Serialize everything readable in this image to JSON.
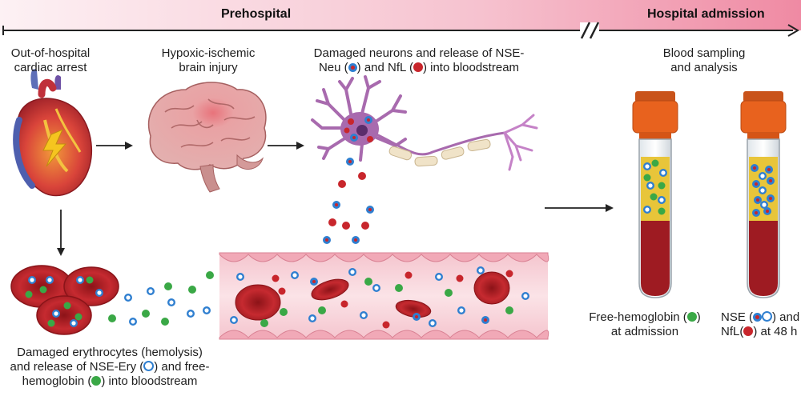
{
  "phases": {
    "prehospital": "Prehospital",
    "hospital": "Hospital admission"
  },
  "steps": {
    "arrest": {
      "line1": "Out-of-hospital",
      "line2": "cardiac arrest"
    },
    "brain": {
      "line1": "Hypoxic-ischemic",
      "line2": "brain injury"
    },
    "neurons": {
      "line1": "Damaged neurons and release of NSE-",
      "line2_a": "Neu (",
      "line2_b": ") and NfL (",
      "line2_c": ") into bloodstream"
    },
    "sampling": {
      "line1": "Blood sampling",
      "line2": "and analysis"
    },
    "erythrocytes": {
      "line1": "Damaged erythrocytes (hemolysis)",
      "line2_a": "and release of NSE-Ery (",
      "line2_b": ") and free-",
      "line3_a": "hemoglobin (",
      "line3_b": ") into bloodstream"
    },
    "freehb": {
      "line1_a": "Free-hemoglobin (",
      "line1_b": ")",
      "line2": "at admission"
    },
    "nse48": {
      "line1_a": "NSE (",
      "line1_b": ") and",
      "line2_a": "NfL(",
      "line2_b": ") at 48 h"
    }
  },
  "colors": {
    "timeline_band_start": "#fbe8ee",
    "timeline_band_end": "#f08aa4",
    "nse_ery": "#2f7fd0",
    "nfl": "#c8262c",
    "free_hemoglobin": "#3aa846",
    "blood": "#9e1b22",
    "plasma": "#e8c53a",
    "tube_cap": "#e8621e",
    "vessel_wall": "#f4b9c4"
  },
  "icons": [
    "heart-icon",
    "brain-icon",
    "neuron-icon",
    "erythrocyte-icon",
    "blood-vessel-icon",
    "test-tube-icon",
    "arrow-icon"
  ]
}
